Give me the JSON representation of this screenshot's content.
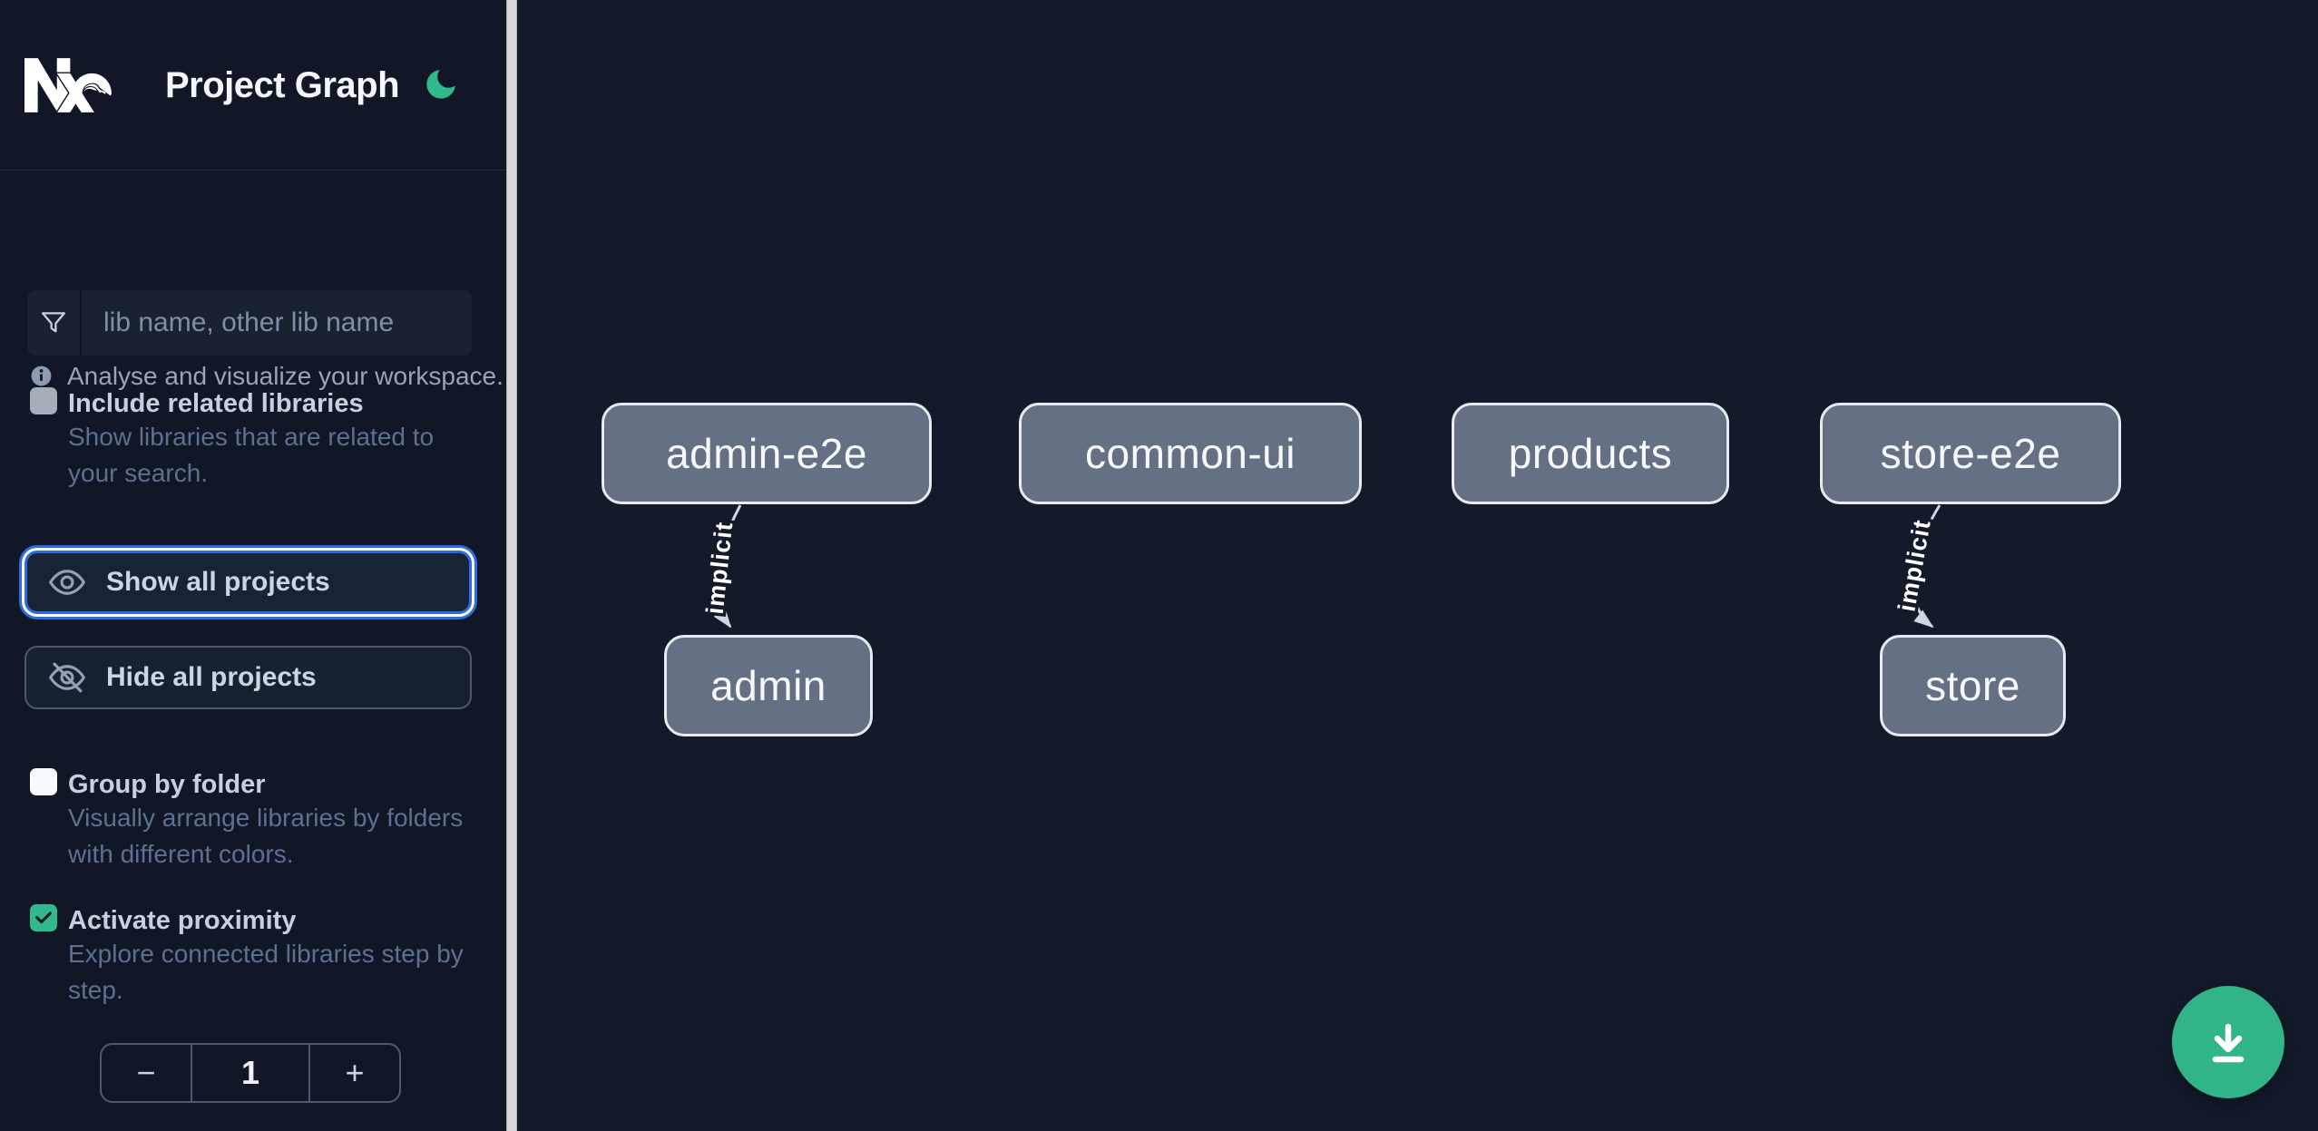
{
  "header": {
    "app_title": "Project Graph"
  },
  "sidebar": {
    "tagline": "Analyse and visualize your workspace.",
    "search": {
      "placeholder": "lib name, other lib name",
      "value": ""
    },
    "toggles": {
      "include_related": {
        "label": "Include related libraries",
        "description": "Show libraries that are related to your search.",
        "checked": false,
        "disabled": true
      },
      "group_by_folder": {
        "label": "Group by folder",
        "description": "Visually arrange libraries by folders with different colors.",
        "checked": false
      },
      "activate_proximity": {
        "label": "Activate proximity",
        "description": "Explore connected libraries step by step.",
        "checked": true
      }
    },
    "actions": {
      "show_all": "Show all projects",
      "hide_all": "Hide all projects"
    },
    "proximity_stepper": {
      "decrement": "−",
      "value": "1",
      "increment": "+"
    }
  },
  "graph": {
    "nodes": [
      {
        "id": "admin-e2e",
        "label": "admin-e2e"
      },
      {
        "id": "common-ui",
        "label": "common-ui"
      },
      {
        "id": "products",
        "label": "products"
      },
      {
        "id": "store-e2e",
        "label": "store-e2e"
      },
      {
        "id": "admin",
        "label": "admin"
      },
      {
        "id": "store",
        "label": "store"
      }
    ],
    "edges": [
      {
        "source": "admin-e2e",
        "target": "admin",
        "label": "implicit"
      },
      {
        "source": "store-e2e",
        "target": "store",
        "label": "implicit"
      }
    ]
  },
  "icons": {
    "logo": "nx-logo",
    "theme": "moon-icon",
    "tagline": "info-icon",
    "search": "filter-funnel-icon",
    "show_all": "eye-icon",
    "hide_all": "eye-off-icon",
    "fab": "download-icon"
  },
  "colors": {
    "accent_blue": "#2f6be0",
    "brand_green": "#2fb98c",
    "fab_green": "#30b488",
    "node_fill": "#667084",
    "node_border": "#e7eaef",
    "sidebar_bg": "#111726",
    "canvas_bg": "#131a2a"
  }
}
